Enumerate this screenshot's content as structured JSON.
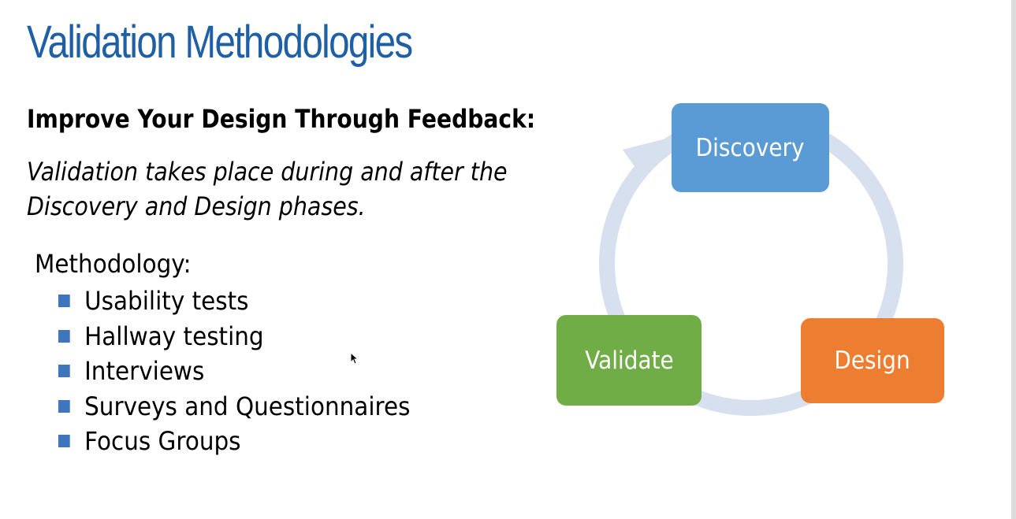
{
  "slide": {
    "title": "Validation Methodologies",
    "subtitle": "Improve Your Design Through Feedback:",
    "intro": "Validation takes place during and after the Discovery and Design phases.",
    "methodology_label": "Methodology:",
    "methods": [
      "Usability tests",
      "Hallway testing",
      "Interviews",
      "Surveys and Questionnaires",
      "Focus Groups"
    ]
  },
  "diagram": {
    "phases": [
      {
        "label": "Discovery",
        "color": "#5b9bd5"
      },
      {
        "label": "Design",
        "color": "#ed7d31"
      },
      {
        "label": "Validate",
        "color": "#70ad47"
      }
    ],
    "cycle_color": "#d6e0ee"
  },
  "colors": {
    "title": "#1f5fa5",
    "bullet": "#3f75bd",
    "text": "#000000",
    "background": "#ffffff"
  },
  "icons": {
    "cursor": "mouse-pointer-icon",
    "bullet": "square-bullet-icon",
    "cycle": "cycle-arrow-icon"
  }
}
